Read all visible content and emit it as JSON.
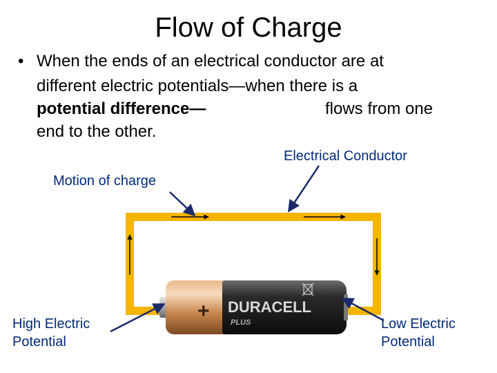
{
  "slide": {
    "title": "Flow of Charge",
    "bullet": {
      "line1": "When the ends of an electrical conductor are at",
      "line2": "different electric potentials—when there is a",
      "line3_bold": "potential difference—",
      "line3_rest": "flows from one",
      "line4": "end to the other."
    }
  },
  "labels": {
    "conductor": "Electrical Conductor",
    "motion": "Motion of charge",
    "high": [
      "High Electric",
      "Potential"
    ],
    "low": [
      "Low Electric",
      "Potential"
    ]
  },
  "battery": {
    "brand": "DURACELL",
    "sub": "PLUS",
    "plus_sign": "+"
  },
  "colors": {
    "wire": "#f4b400",
    "label_blue": "#002a7c",
    "arrow_navy": "#1a2a6c"
  }
}
